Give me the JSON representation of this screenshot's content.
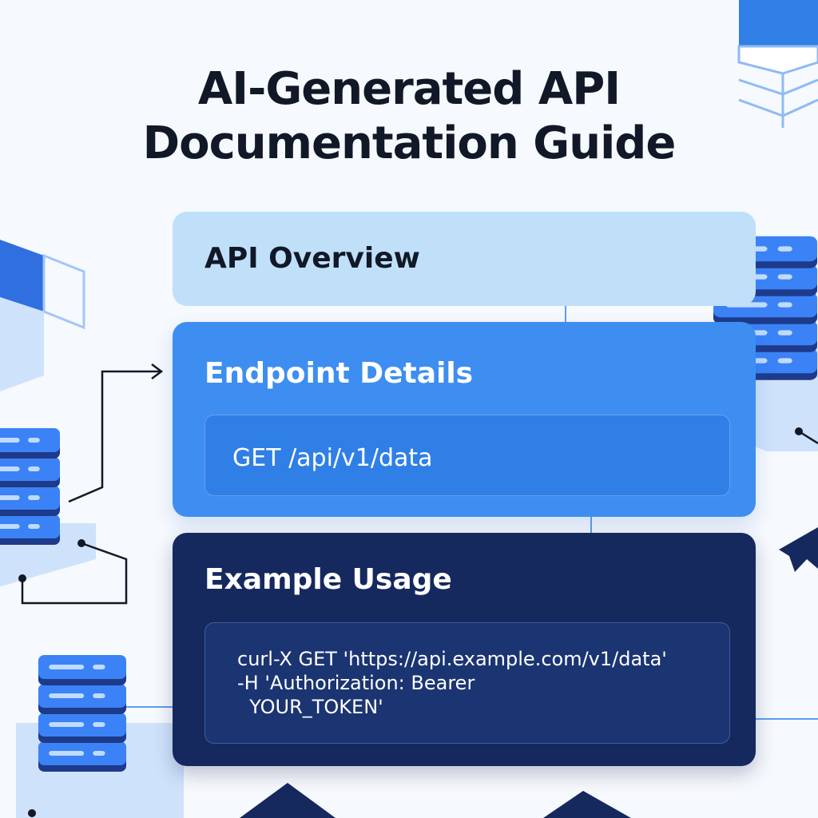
{
  "title": {
    "line1": "AI-Generated API",
    "line2": "Documentation Guide"
  },
  "sections": {
    "overview": {
      "heading": "API Overview"
    },
    "endpoint": {
      "heading": "Endpoint Details",
      "request": "GET /api/v1/data"
    },
    "example": {
      "heading": "Example Usage",
      "code_lines": [
        "curl-X GET 'https://api.example.com/v1/data'",
        "-H 'Authorization: Bearer",
        "  YOUR_TOKEN'"
      ]
    }
  },
  "colors": {
    "background": "#f6f9fd",
    "overview_card": "#bfe0f8",
    "endpoint_card": "#3d8ef0",
    "example_card": "#15295e",
    "server_blue": "#3b82f6",
    "server_dark": "#1e3a8a",
    "platform": "#cfe2fb"
  },
  "decorations": {
    "icons": [
      "server-stack-icon",
      "cube-icon",
      "arrow-right-icon",
      "arrowhead-icon",
      "connector-dot-icon"
    ]
  }
}
